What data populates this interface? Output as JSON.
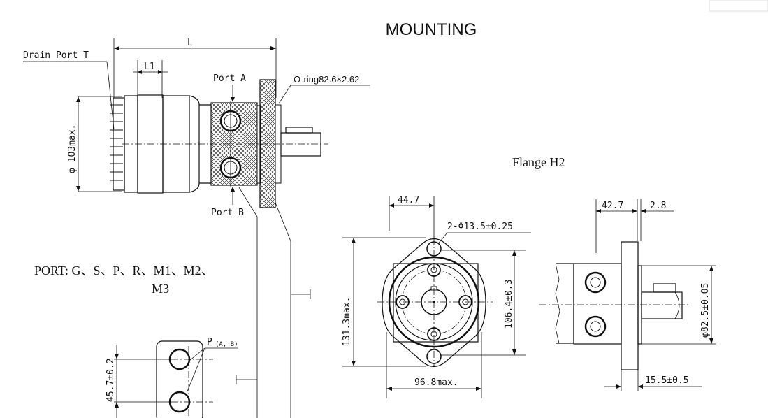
{
  "title": "MOUNTING",
  "side_view": {
    "drain_port_label": "Drain Port T",
    "length_label": "L",
    "l1_label": "L1",
    "port_a_label": "Port A",
    "port_b_label": "Port B",
    "oring_label": "O-ring82.6×2.62",
    "diameter_label": "φ 103max."
  },
  "flange_title": "Flange  H2",
  "port_list": {
    "line1": "PORT: G、S、P、R、M1、M2、",
    "line2": "M3"
  },
  "port_detail": {
    "p_label": "P",
    "p_subscript": "(A, B)",
    "spacing_label": "45.7±0.2"
  },
  "front_view": {
    "offset_label": "44.7",
    "holes_label": "2-Φ13.5±0.25",
    "height_label": "131.3max.",
    "pitch_label": "106.4±0.3",
    "width_label": "96.8max."
  },
  "flange_side": {
    "depth_label": "42.7",
    "thickness_label": "2.8",
    "pilot_label": "φ82.5±0.05",
    "offset_label": "15.5±0.5"
  },
  "colors": {
    "line": "#111111",
    "background": "#ffffff"
  }
}
